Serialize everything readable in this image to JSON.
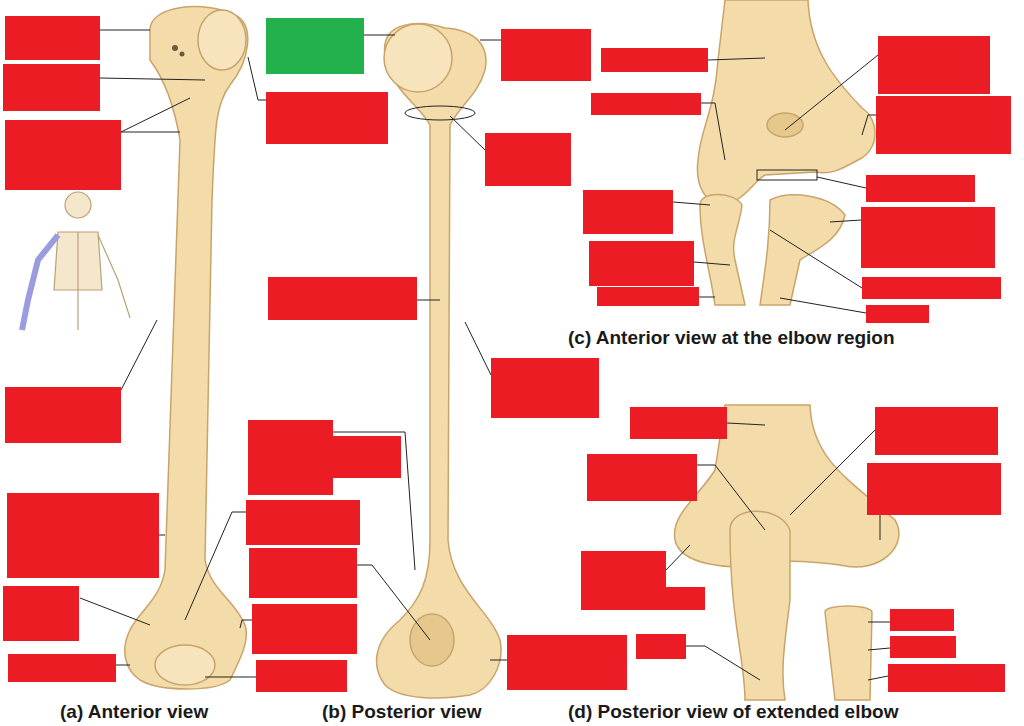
{
  "diagram": {
    "labels": [
      "(a) Anterior view",
      "(b) Posterior view",
      "(c) Anterior view at the elbow region",
      "(d) Posterior view of extended elbow"
    ]
  }
}
